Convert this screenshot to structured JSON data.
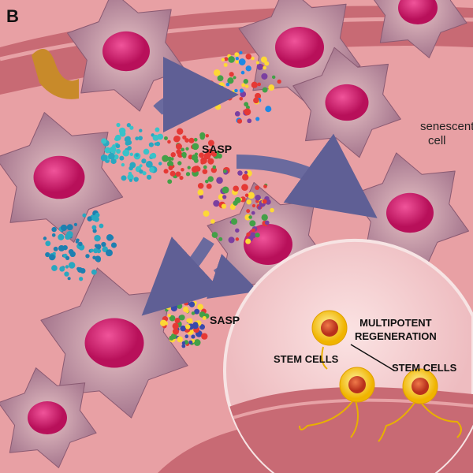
{
  "panel_label": "B",
  "labels": {
    "sasp_top": "SASP",
    "sasp_bottom": "SASP",
    "senescent_line1": "senescent",
    "senescent_line2": "cell",
    "multipotent_line1": "MULTIPOTENT",
    "multipotent_line2": "REGENERATION",
    "stem_cells_left": "STEM CELLS",
    "stem_cells_right": "STEM CELLS"
  },
  "colors": {
    "background": "#e8a0a4",
    "cell_body": "#c99aa8",
    "nucleus": "#d81b6e",
    "arrow": "#6a6a9e",
    "stem_cell": "#f5c518",
    "stem_nucleus": "#d0452a"
  }
}
